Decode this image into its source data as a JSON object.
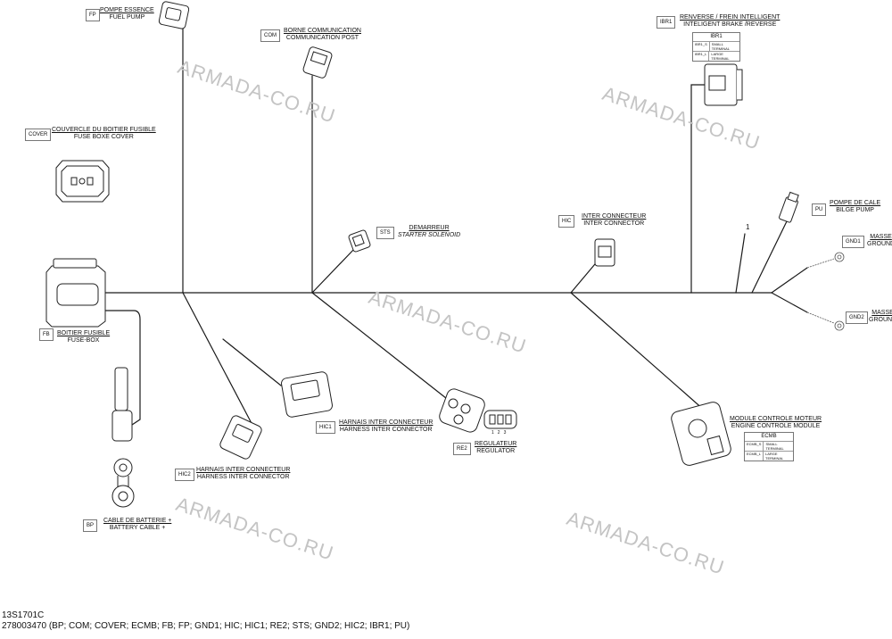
{
  "watermark": "ARMADA-CO.RU",
  "components": {
    "fp": {
      "code": "FP",
      "fr": "POMPE ESSENCE",
      "en": "FUEL PUMP"
    },
    "com": {
      "code": "COM",
      "fr": "BORNE COMMUNICATION",
      "en": "COMMUNICATION POST"
    },
    "cover": {
      "code": "COVER",
      "fr": "COUVERCLE DU BOITIER FUSIBLE",
      "en": "FUSE BOXE COVER"
    },
    "fb": {
      "code": "FB",
      "fr": "BOITIER FUSIBLE",
      "en": "FUSE-BOX"
    },
    "sts": {
      "code": "STS",
      "fr": "DEMARREUR",
      "en": "STARTER SOLENOID"
    },
    "hic": {
      "code": "HIC",
      "fr": "INTER CONNECTEUR",
      "en": "INTER CONNECTOR"
    },
    "ibr1": {
      "code": "IBR1",
      "fr": "RENVERSE / FREIN INTELLIGENT",
      "en": "INTELIGENT BRAKE /REVERSE"
    },
    "pu": {
      "code": "PU",
      "fr": "POMPE DE CALE",
      "en": "BILGE PUMP"
    },
    "gnd1": {
      "code": "GND1",
      "fr": "MASSE",
      "en": "GROUND"
    },
    "gnd2": {
      "code": "GND2",
      "fr": "MASSE",
      "en": "GROUND"
    },
    "hic1": {
      "code": "HIC1",
      "fr": "HARNAIS INTER CONNECTEUR",
      "en": "HARNESS INTER CONNECTOR"
    },
    "hic2": {
      "code": "HIC2",
      "fr": "HARNAIS INTER CONNECTEUR",
      "en": "HARNESS INTER CONNECTOR"
    },
    "re2": {
      "code": "RE2",
      "fr": "REGULATEUR",
      "en": "REGULATOR"
    },
    "ecmb": {
      "code": "ECMB",
      "fr": "MODULE CONTROLE MOTEUR",
      "en": "ENGINE CONTROLE MODULE"
    },
    "bp": {
      "code": "BP",
      "fr": "CABLE DE BATTERIE +",
      "en": "BATTERY CABLE +"
    }
  },
  "terminal_tables": {
    "ibr": {
      "title": "IBR1",
      "rows": [
        [
          "IBR1_S",
          "SMALL TERMINAL"
        ],
        [
          "IBR1_L",
          "LARGE TERMINAL"
        ]
      ]
    },
    "ecmb": {
      "title": "ECMB",
      "rows": [
        [
          "ECMB_S",
          "SMALL TERMINAL"
        ],
        [
          "ECMB_L",
          "LARGE TERMINAL"
        ]
      ]
    }
  },
  "wire_number": "1",
  "pin_numbers": [
    "1",
    "2",
    "3"
  ],
  "footer": {
    "line1": "13S1701C",
    "line2": "278003470 (BP; COM; COVER; ECMB; FB; FP; GND1; HIC; HIC1; RE2; STS; GND2; HIC2; IBR1; PU)"
  }
}
